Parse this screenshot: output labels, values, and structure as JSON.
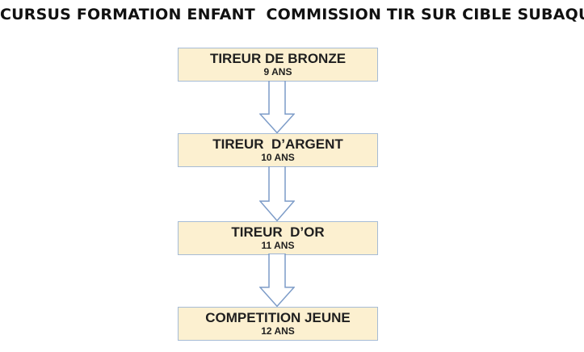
{
  "title": "CURSUS FORMATION ENFANT  COMMISSION TIR SUR CIBLE SUBAQUATIQUE",
  "flowchart": {
    "steps": [
      {
        "label": "TIREUR DE BRONZE",
        "age": "9 ANS"
      },
      {
        "label": "TIREUR  D’ARGENT",
        "age": "10 ANS"
      },
      {
        "label": "TIREUR  D’OR",
        "age": "11 ANS"
      },
      {
        "label": "COMPETITION JEUNE",
        "age": "12 ANS"
      }
    ],
    "colors": {
      "box_fill": "#fcf0d0",
      "box_border": "#a6bcd6",
      "arrow_outline": "#7d9cc8",
      "text": "#1f1f1f",
      "background": "#ffffff"
    }
  }
}
